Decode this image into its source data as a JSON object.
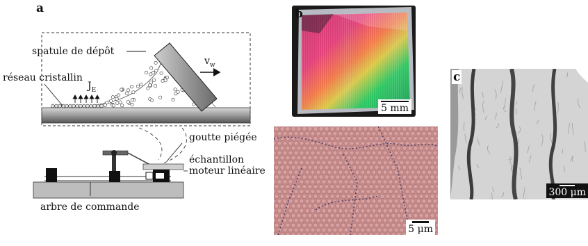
{
  "panel_a": {
    "letter": "a",
    "labels": {
      "blade": "spatule de dépôt",
      "velocity": "v",
      "velocity_sub": "w",
      "crystal": "réseau cristallin",
      "flux": "J",
      "flux_sub": "E",
      "drop": "goutte piégée",
      "sample": "échantillon",
      "motor": "moteur linéaire",
      "shaft": "arbre de commande"
    }
  },
  "panel_b": {
    "letter": "b",
    "photo_scale": "5 mm",
    "micro_scale": "5 μm"
  },
  "panel_c": {
    "letter": "c",
    "scale": "300 μm"
  },
  "colors": {
    "photo_magenta": "#e2417a",
    "photo_green": "#2fc764",
    "micro_bg": "#c88c8c",
    "sem_gray": "#d4d4d4"
  }
}
